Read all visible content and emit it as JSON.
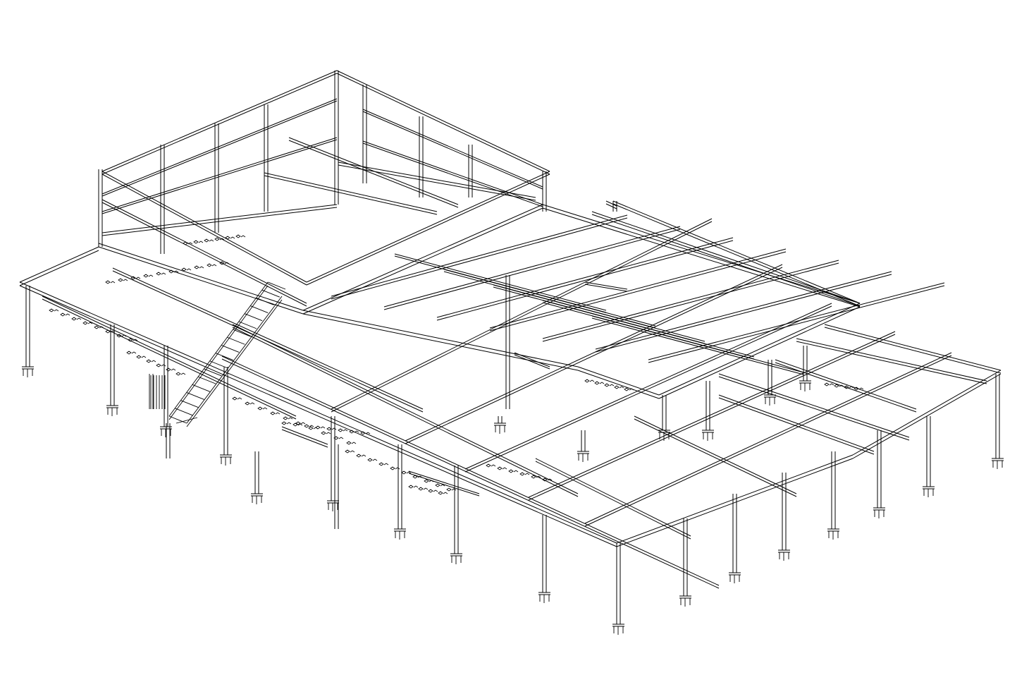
{
  "drawing": {
    "subject": "isometric-steel-frame-structure",
    "line_color": "#000000",
    "background_color": "#ffffff",
    "labels": []
  },
  "elements": {
    "roof_frame": "upper-roof-frame",
    "mezzanine": "mezzanine-deck-frame",
    "main_deck": "main-deck-frame",
    "stair": "stair-assembly",
    "columns": "support-columns",
    "base_plates": "column-base-plates",
    "bolt_marks": "connection-bolt-marks"
  }
}
